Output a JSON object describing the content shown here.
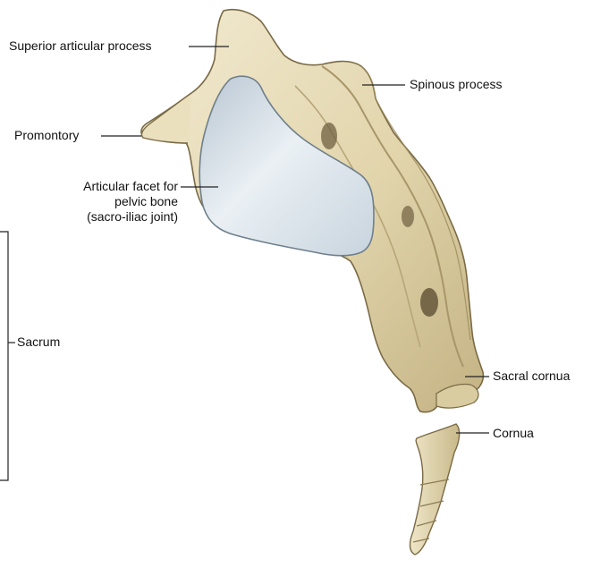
{
  "figure": {
    "labels": {
      "superior_articular_process": "Superior articular process",
      "spinous_process": "Spinous process",
      "promontory": "Promontory",
      "articular_facet": [
        "Articular facet for",
        "pelvic bone",
        "(sacro-iliac joint)"
      ],
      "sacrum": "Sacrum",
      "sacral_cornua": "Sacral cornua",
      "cornua": "Cornua"
    },
    "colors": {
      "bone_fill": "#e4d8b0",
      "bone_highlight": "#f1ead0",
      "bone_shadow": "#b9a878",
      "bone_outline": "#7a6a45",
      "facet_fill": "#d3dde6",
      "facet_highlight": "#eef3f7",
      "leader_line": "#222222",
      "text": "#111111"
    }
  }
}
